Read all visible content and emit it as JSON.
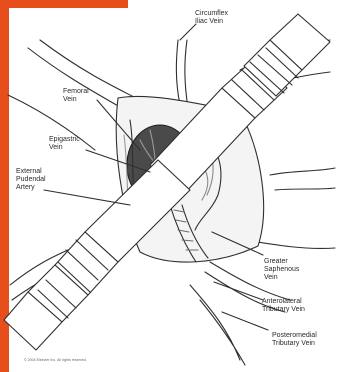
{
  "labels": {
    "circumflex": [
      "Circumflex",
      "Iliac Vein"
    ],
    "femoral": [
      "Femoral",
      "Vein"
    ],
    "epigastric": [
      "Epigastric",
      "Vein"
    ],
    "pudendal": [
      "External",
      "Pudendal",
      "Artery"
    ],
    "saphenous": [
      "Greater",
      "Saphenous",
      "Vein"
    ],
    "anterolateral": [
      "Anterolateral",
      "Tributary Vein"
    ],
    "posteromedial": [
      "Posteromedial",
      "Tributary Vein"
    ]
  },
  "copyright": "© 2004 Elsevier Inc. All rights reserved.",
  "colors": {
    "accent": "#e84e1c",
    "ink": "#2b2b2b"
  }
}
